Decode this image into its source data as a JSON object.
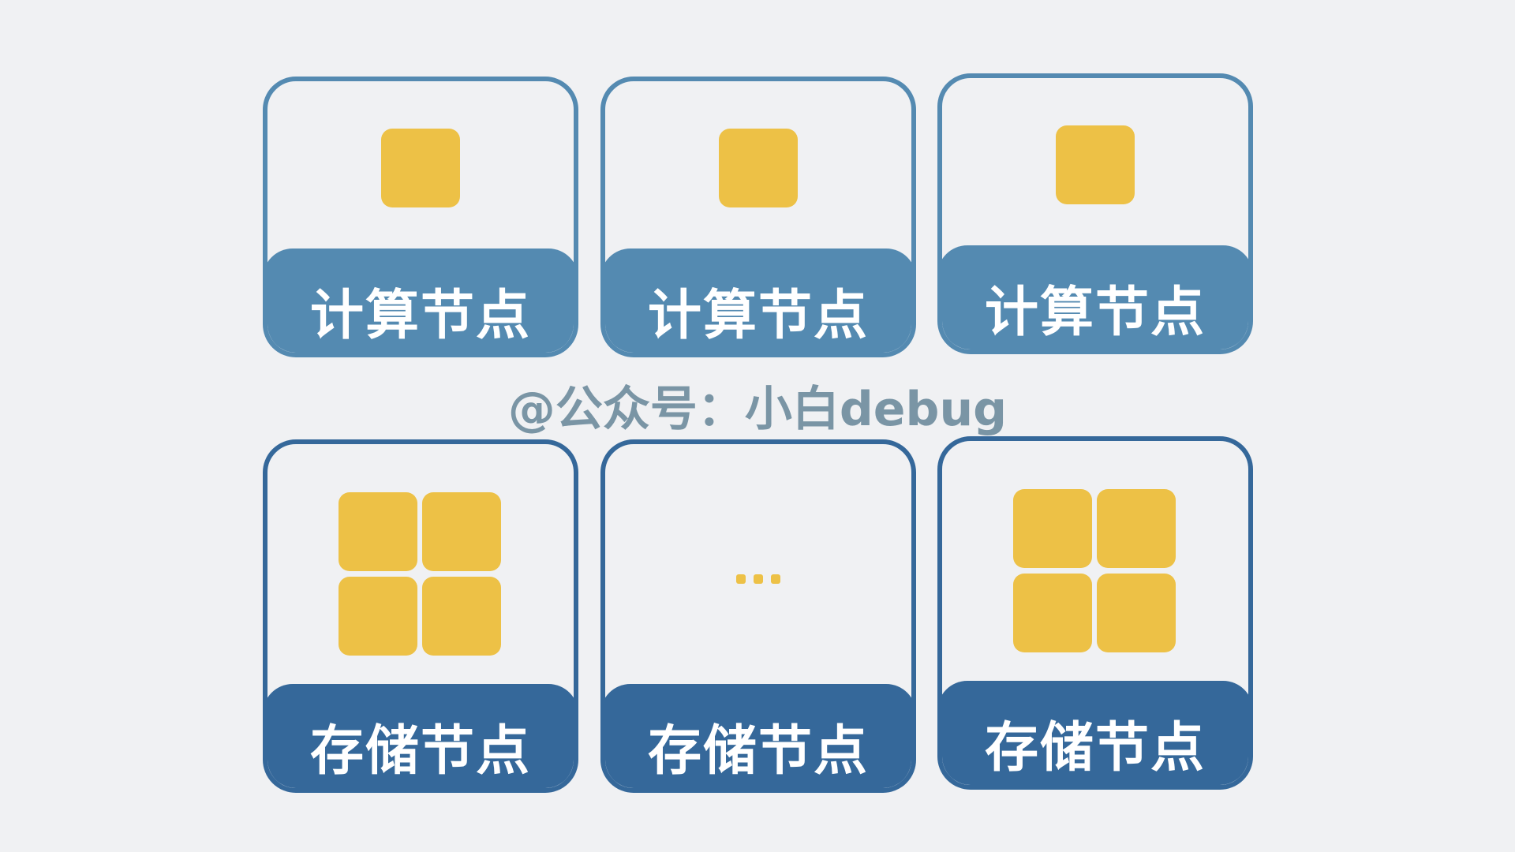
{
  "compute_nodes": [
    {
      "label": "计算节点"
    },
    {
      "label": "计算节点"
    },
    {
      "label": "计算节点"
    }
  ],
  "storage_nodes": [
    {
      "label": "存储节点"
    },
    {
      "label": "存储节点",
      "ellipsis": "..."
    },
    {
      "label": "存储节点"
    }
  ],
  "watermark": "@公众号：小白debug",
  "colors": {
    "compute": "#548ab1",
    "storage": "#35689a",
    "block": "#edc146",
    "background": "#f0f1f3"
  }
}
